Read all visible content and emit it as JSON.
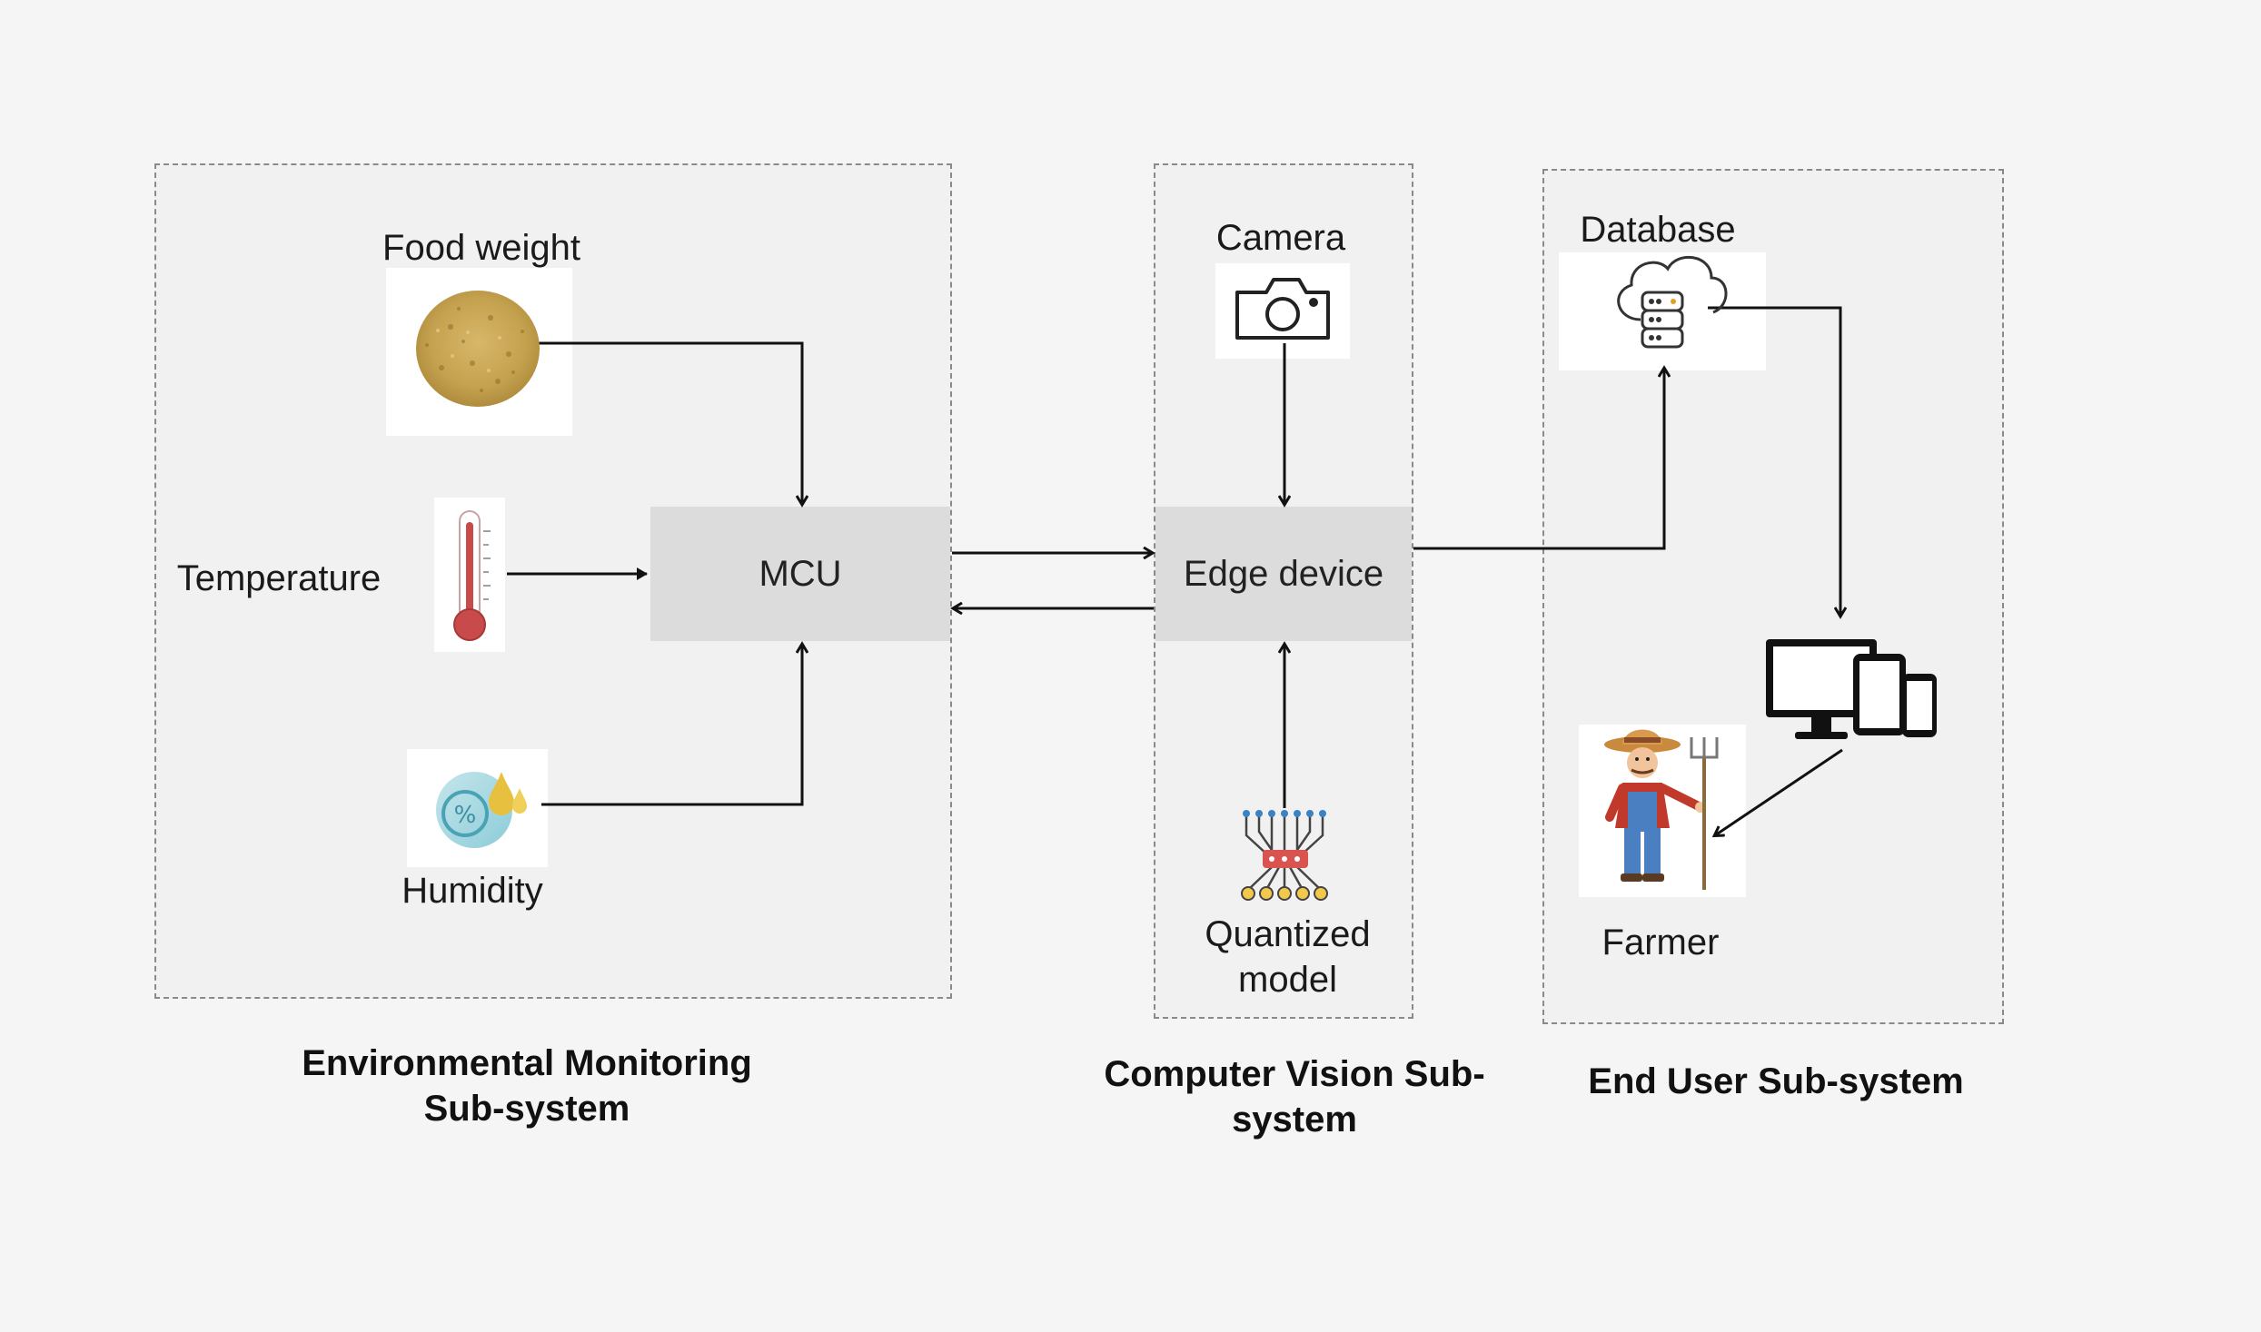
{
  "subsystems": {
    "environmental": {
      "caption_line1": "Environmental Monitoring",
      "caption_line2": "Sub-system",
      "food_weight": "Food weight",
      "temperature": "Temperature",
      "humidity": "Humidity",
      "mcu": "MCU"
    },
    "computer_vision": {
      "caption_line1": "Computer Vision Sub-",
      "caption_line2": "system",
      "camera": "Camera",
      "edge_device": "Edge device",
      "model_line1": "Quantized",
      "model_line2": "model"
    },
    "end_user": {
      "caption": "End User Sub-system",
      "database": "Database",
      "farmer": "Farmer"
    }
  },
  "icons": {
    "food": "food-weight-icon",
    "temperature": "thermometer-icon",
    "humidity": "humidity-icon",
    "camera": "camera-icon",
    "model": "neural-network-icon",
    "database": "cloud-database-icon",
    "devices": "devices-icon",
    "farmer": "farmer-icon"
  }
}
